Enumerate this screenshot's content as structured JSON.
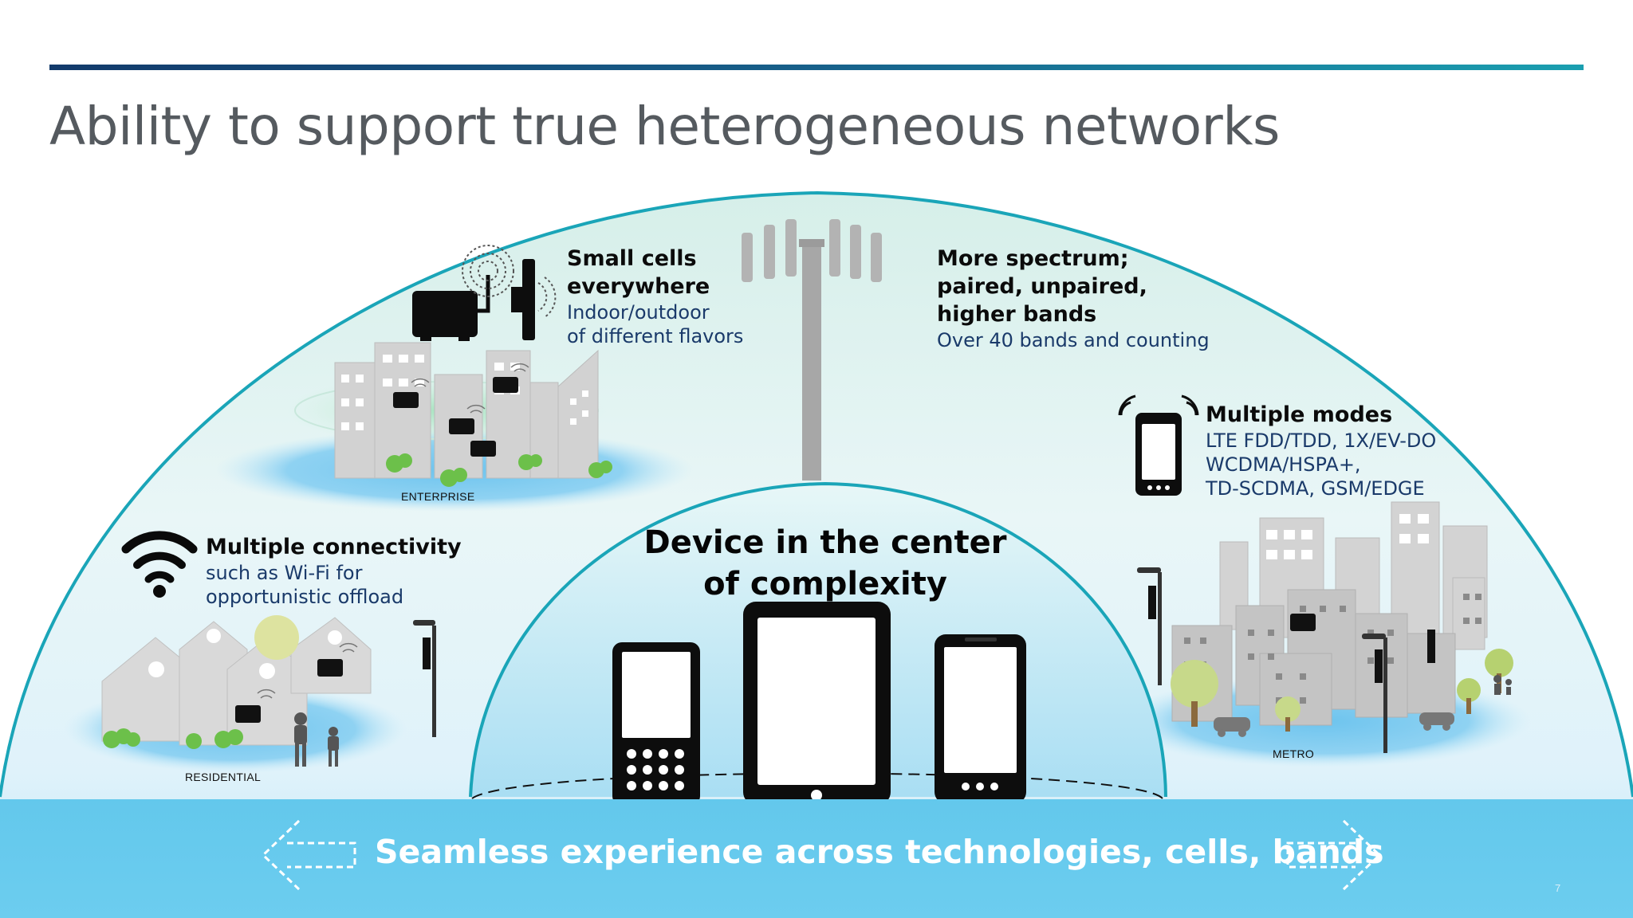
{
  "slide": {
    "title": "Ability to support true heterogeneous networks",
    "page_number": "7"
  },
  "callouts": {
    "small_cells": {
      "heading": [
        "Small cells",
        "everywhere"
      ],
      "sub": [
        "Indoor/outdoor",
        "of different flavors"
      ]
    },
    "spectrum": {
      "heading": [
        "More spectrum;",
        "paired, unpaired,",
        "higher bands"
      ],
      "sub": [
        "Over 40 bands and counting"
      ]
    },
    "modes": {
      "heading": [
        "Multiple modes"
      ],
      "sub": [
        "LTE FDD/TDD, 1X/EV-DO",
        "WCDMA/HSPA+,",
        "TD-SCDMA, GSM/EDGE"
      ]
    },
    "connectivity": {
      "heading": [
        "Multiple connectivity"
      ],
      "sub": [
        "such as Wi-Fi for",
        "opportunistic offload"
      ]
    }
  },
  "center": {
    "heading": [
      "Device in the center",
      "of complexity"
    ]
  },
  "zones": {
    "enterprise": "ENTERPRISE",
    "residential": "RESIDENTIAL",
    "metro": "METRO"
  },
  "bottom": {
    "text": "Seamless experience across technologies, cells, bands"
  },
  "colors": {
    "accent_dark_blue": "#123a6b",
    "accent_teal": "#1aa0b0",
    "dome_outline": "#1aa5b8",
    "bottom_band": "#5cc6ea",
    "sub_text": "#1a3a6a"
  },
  "icons": [
    "wifi-icon",
    "cell-tower-icon",
    "phone-icon",
    "tablet-icon",
    "small-cell-icon",
    "arrow-left-icon",
    "arrow-right-icon"
  ]
}
